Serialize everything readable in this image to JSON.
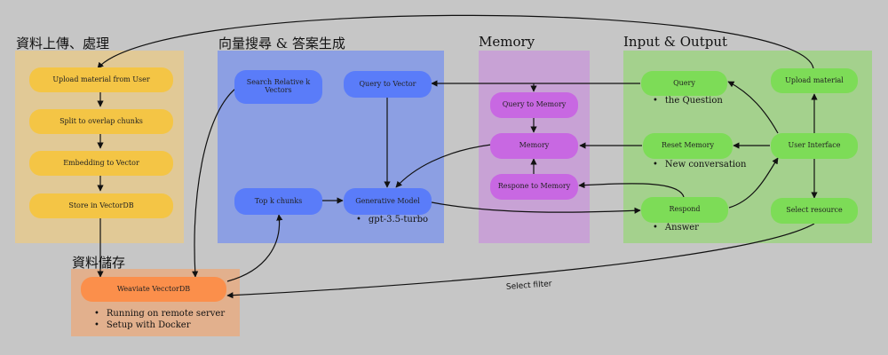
{
  "colors": {
    "background": "#c6c6c6",
    "panel_upload": "#e1c996",
    "panel_search": "#8c9fe3",
    "panel_memory": "#c8a2d5",
    "panel_io": "#a4d18d",
    "panel_storage": "#e2b08d",
    "node_yellow": "#f4c545",
    "node_blue": "#5a7cf9",
    "node_purple": "#c868e2",
    "node_green": "#7ddc57",
    "node_orange": "#fb8f4b"
  },
  "panels": {
    "upload": {
      "title": "資料上傳、處理"
    },
    "search": {
      "title": "向量搜尋 & 答案生成"
    },
    "memory": {
      "title": "Memory"
    },
    "io": {
      "title": "Input & Output"
    },
    "storage": {
      "title": "資料儲存"
    }
  },
  "nodes": {
    "upload_material_from_user": "Upload material from User",
    "split_chunks": "Split to overlap chunks",
    "embedding": "Embedding to Vector",
    "store_vectordb": "Store in VectorDB",
    "search_relative": "Search Relative k Vectors",
    "query_to_vector": "Query to Vector",
    "top_k_chunks": "Top k chunks",
    "generative_model": "Generative Model",
    "query_to_memory": "Query to Memory",
    "memory": "Memory",
    "response_to_memory": "Respone to Memory",
    "query": "Query",
    "upload_material": "Upload material",
    "reset_memory": "Reset Memory",
    "user_interface": "User Interface",
    "respond": "Respond",
    "select_resource": "Select resource",
    "weaviate_db": "Weaviate VecctorDB"
  },
  "notes": {
    "model": "gpt-3.5-turbo",
    "query": "the Question",
    "reset": "New conversation",
    "respond": "Answer",
    "db_running": "Running  on remote server",
    "db_setup": "Setup with Docker"
  },
  "edge_labels": {
    "select_filter": "Select filter"
  }
}
